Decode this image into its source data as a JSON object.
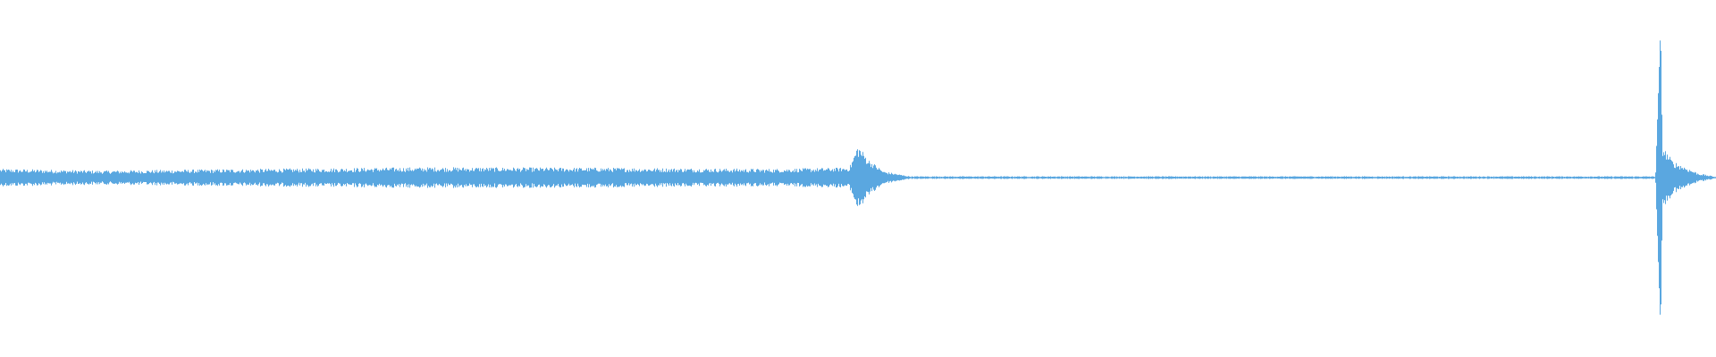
{
  "waveform": {
    "color": "#5aa7e0",
    "background": "#ffffff",
    "amplitude_profile": [
      {
        "t": 0.0,
        "amp": 0.04,
        "jitter": 0.012
      },
      {
        "t": 0.06,
        "amp": 0.032,
        "jitter": 0.01
      },
      {
        "t": 0.15,
        "amp": 0.04,
        "jitter": 0.012
      },
      {
        "t": 0.25,
        "amp": 0.048,
        "jitter": 0.014
      },
      {
        "t": 0.35,
        "amp": 0.046,
        "jitter": 0.013
      },
      {
        "t": 0.45,
        "amp": 0.04,
        "jitter": 0.012
      },
      {
        "t": 0.495,
        "amp": 0.048,
        "jitter": 0.012
      },
      {
        "t": 0.5,
        "amp": 0.16,
        "jitter": 0.04
      },
      {
        "t": 0.506,
        "amp": 0.09,
        "jitter": 0.02
      },
      {
        "t": 0.515,
        "amp": 0.03,
        "jitter": 0.008
      },
      {
        "t": 0.53,
        "amp": 0.006,
        "jitter": 0.002
      },
      {
        "t": 0.965,
        "amp": 0.006,
        "jitter": 0.002
      },
      {
        "t": 0.968,
        "amp": 0.9,
        "jitter": 0.0
      },
      {
        "t": 0.969,
        "amp": 0.16,
        "jitter": 0.03
      },
      {
        "t": 0.975,
        "amp": 0.08,
        "jitter": 0.02
      },
      {
        "t": 0.99,
        "amp": 0.02,
        "jitter": 0.006
      },
      {
        "t": 1.0,
        "amp": 0.004,
        "jitter": 0.002
      }
    ]
  }
}
